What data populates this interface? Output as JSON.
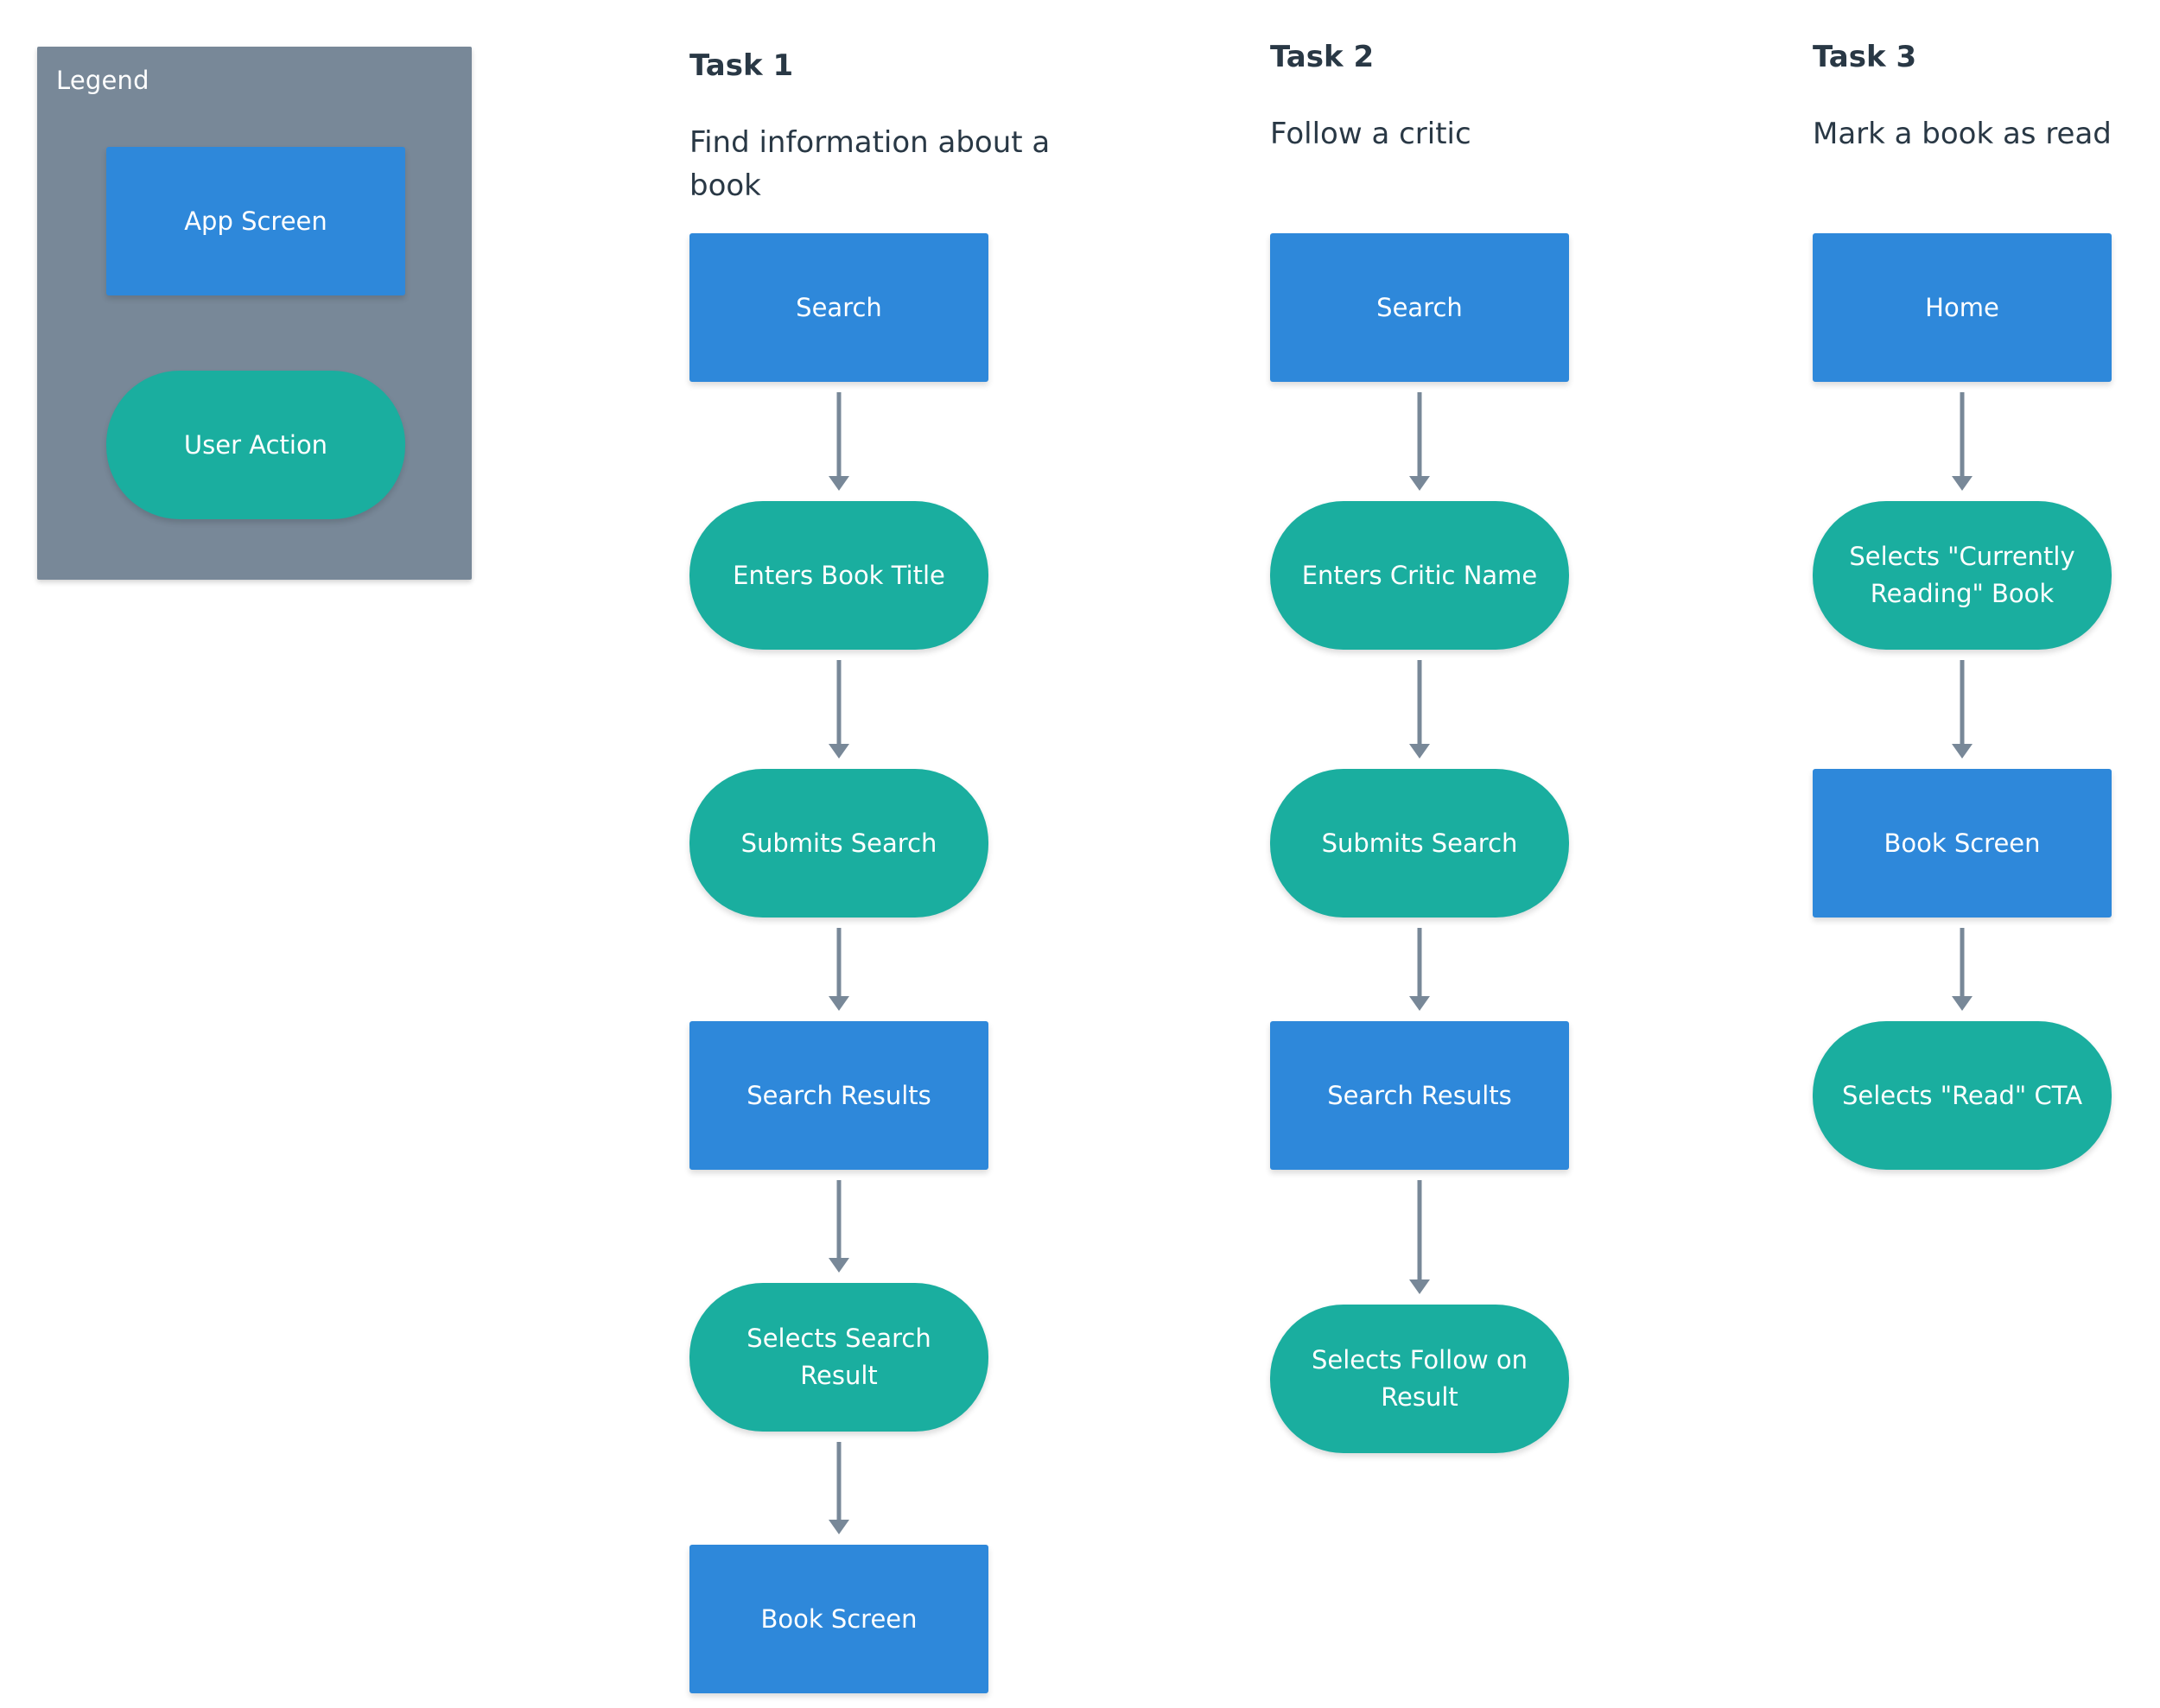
{
  "legend": {
    "title": "Legend",
    "app_screen": "App Screen",
    "user_action": "User Action"
  },
  "colors": {
    "screen": "#2e88da",
    "action": "#1aae9f",
    "connector": "#788898",
    "legend_bg": "#788898",
    "heading_text": "#293845"
  },
  "tasks": [
    {
      "heading": "Task 1",
      "description": "Find information about a book",
      "steps": [
        {
          "kind": "screen",
          "label": "Search"
        },
        {
          "kind": "action",
          "label": "Enters Book Title"
        },
        {
          "kind": "action",
          "label": "Submits Search"
        },
        {
          "kind": "screen",
          "label": "Search Results"
        },
        {
          "kind": "action",
          "label": "Selects Search Result"
        },
        {
          "kind": "screen",
          "label": "Book Screen"
        }
      ]
    },
    {
      "heading": "Task 2",
      "description": "Follow a critic",
      "steps": [
        {
          "kind": "screen",
          "label": "Search"
        },
        {
          "kind": "action",
          "label": "Enters Critic Name"
        },
        {
          "kind": "action",
          "label": "Submits Search"
        },
        {
          "kind": "screen",
          "label": "Search Results"
        },
        {
          "kind": "action",
          "label": "Selects Follow on Result"
        }
      ]
    },
    {
      "heading": "Task 3",
      "description": "Mark a book as read",
      "steps": [
        {
          "kind": "screen",
          "label": "Home"
        },
        {
          "kind": "action",
          "label": "Selects \"Currently Reading\" Book"
        },
        {
          "kind": "screen",
          "label": "Book Screen"
        },
        {
          "kind": "action",
          "label": "Selects \"Read\" CTA"
        }
      ]
    }
  ]
}
